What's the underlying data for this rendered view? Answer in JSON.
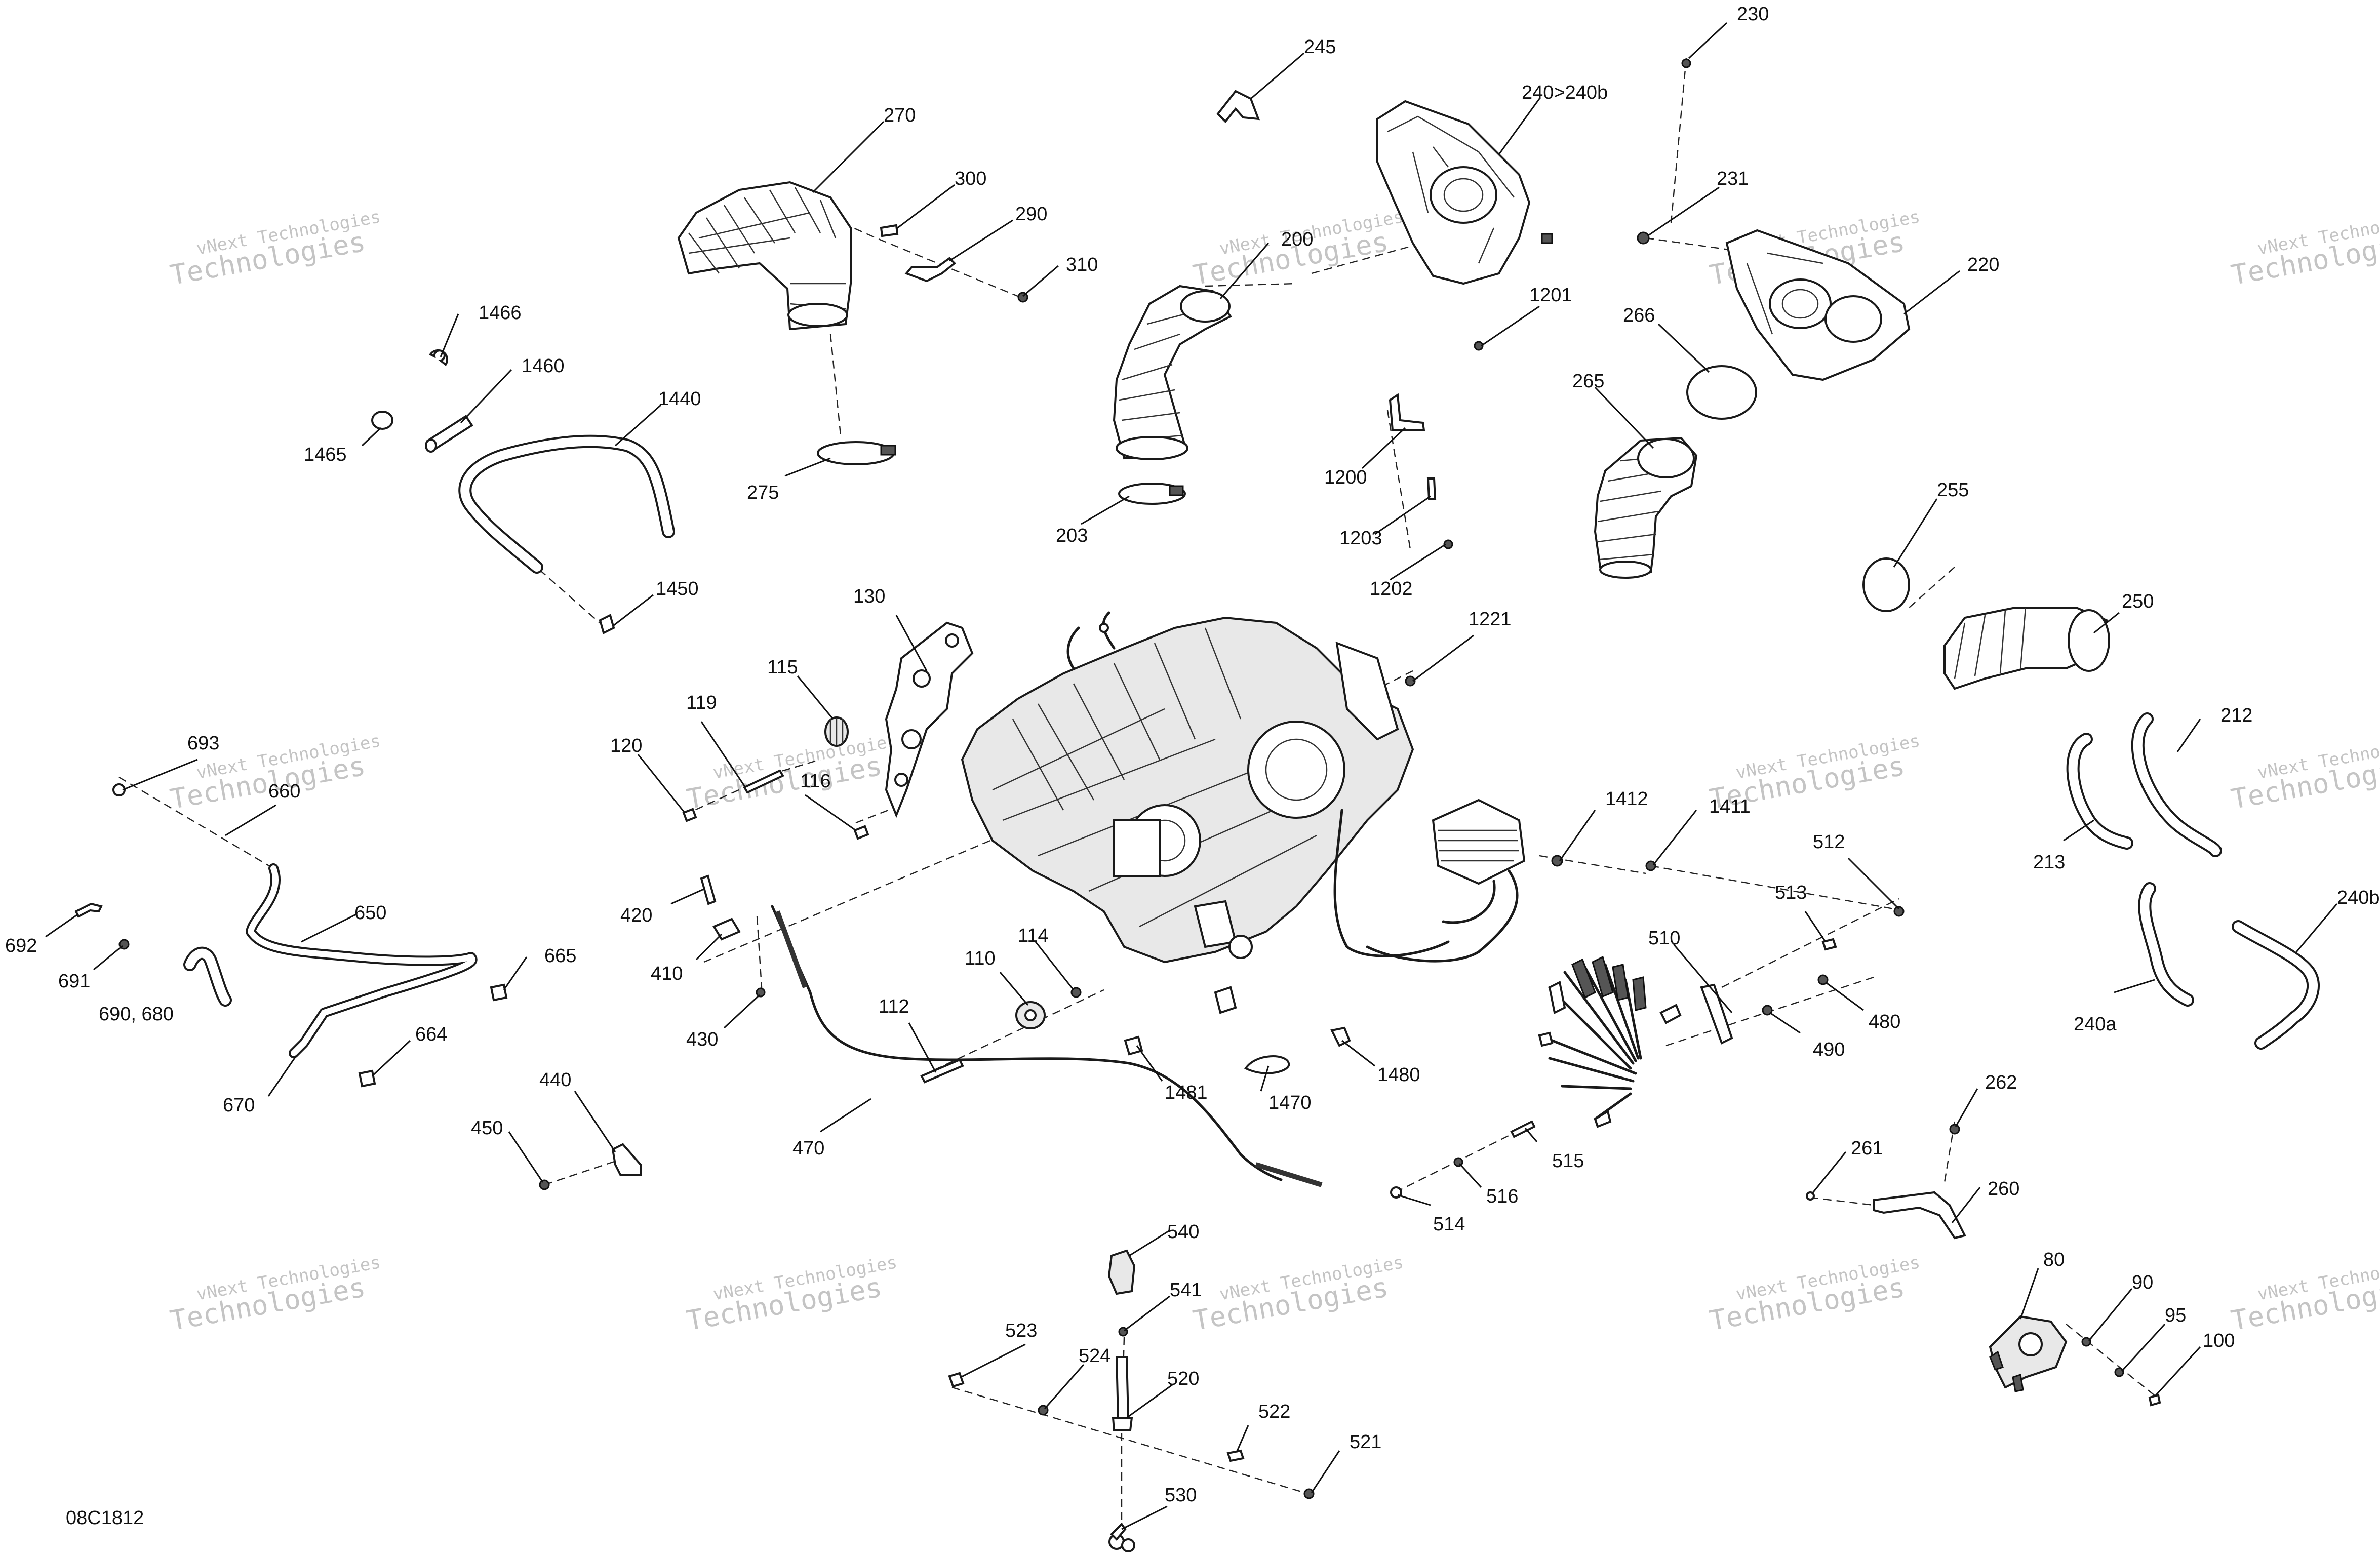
{
  "diagram": {
    "drawing_code": "08C1812",
    "watermark": {
      "line1": "vNext Technologies",
      "line2": "Technologies"
    },
    "callouts": [
      {
        "id": "c230",
        "text": "230"
      },
      {
        "id": "c245",
        "text": "245"
      },
      {
        "id": "c240-240b",
        "text": "240>240b"
      },
      {
        "id": "c270",
        "text": "270"
      },
      {
        "id": "c300",
        "text": "300"
      },
      {
        "id": "c290",
        "text": "290"
      },
      {
        "id": "c310",
        "text": "310"
      },
      {
        "id": "c200",
        "text": "200"
      },
      {
        "id": "c231",
        "text": "231"
      },
      {
        "id": "c220",
        "text": "220"
      },
      {
        "id": "c1201",
        "text": "1201"
      },
      {
        "id": "c266",
        "text": "266"
      },
      {
        "id": "c1466",
        "text": "1466"
      },
      {
        "id": "c1460",
        "text": "1460"
      },
      {
        "id": "c1440",
        "text": "1440"
      },
      {
        "id": "c1465",
        "text": "1465"
      },
      {
        "id": "c275",
        "text": "275"
      },
      {
        "id": "c203",
        "text": "203"
      },
      {
        "id": "c265",
        "text": "265"
      },
      {
        "id": "c1200",
        "text": "1200"
      },
      {
        "id": "c1203",
        "text": "1203"
      },
      {
        "id": "c255",
        "text": "255"
      },
      {
        "id": "c1202",
        "text": "1202"
      },
      {
        "id": "c1450",
        "text": "1450"
      },
      {
        "id": "c130",
        "text": "130"
      },
      {
        "id": "c250",
        "text": "250"
      },
      {
        "id": "c1221",
        "text": "1221"
      },
      {
        "id": "c115",
        "text": "115"
      },
      {
        "id": "c119",
        "text": "119"
      },
      {
        "id": "c212",
        "text": "212"
      },
      {
        "id": "c693",
        "text": "693"
      },
      {
        "id": "c120",
        "text": "120"
      },
      {
        "id": "c116",
        "text": "116"
      },
      {
        "id": "c660",
        "text": "660"
      },
      {
        "id": "c1412",
        "text": "1412"
      },
      {
        "id": "c1411",
        "text": "1411"
      },
      {
        "id": "c512",
        "text": "512"
      },
      {
        "id": "c213",
        "text": "213"
      },
      {
        "id": "c240b",
        "text": "240b"
      },
      {
        "id": "c420",
        "text": "420"
      },
      {
        "id": "c513",
        "text": "513"
      },
      {
        "id": "c650",
        "text": "650"
      },
      {
        "id": "c692",
        "text": "692"
      },
      {
        "id": "c410",
        "text": "410"
      },
      {
        "id": "c510",
        "text": "510"
      },
      {
        "id": "c114",
        "text": "114"
      },
      {
        "id": "c665",
        "text": "665"
      },
      {
        "id": "c691",
        "text": "691"
      },
      {
        "id": "c110",
        "text": "110"
      },
      {
        "id": "c690-680",
        "text": "690, 680"
      },
      {
        "id": "c480",
        "text": "480"
      },
      {
        "id": "c240a",
        "text": "240a"
      },
      {
        "id": "c430",
        "text": "430"
      },
      {
        "id": "c112",
        "text": "112"
      },
      {
        "id": "c490",
        "text": "490"
      },
      {
        "id": "c664",
        "text": "664"
      },
      {
        "id": "c1480",
        "text": "1480"
      },
      {
        "id": "c440",
        "text": "440"
      },
      {
        "id": "c670",
        "text": "670"
      },
      {
        "id": "c1481",
        "text": "1481"
      },
      {
        "id": "c1470",
        "text": "1470"
      },
      {
        "id": "c262",
        "text": "262"
      },
      {
        "id": "c450",
        "text": "450"
      },
      {
        "id": "c470",
        "text": "470"
      },
      {
        "id": "c261",
        "text": "261"
      },
      {
        "id": "c515",
        "text": "515"
      },
      {
        "id": "c260",
        "text": "260"
      },
      {
        "id": "c516",
        "text": "516"
      },
      {
        "id": "c514",
        "text": "514"
      },
      {
        "id": "c540",
        "text": "540"
      },
      {
        "id": "c80",
        "text": "80"
      },
      {
        "id": "c541",
        "text": "541"
      },
      {
        "id": "c90",
        "text": "90"
      },
      {
        "id": "c95",
        "text": "95"
      },
      {
        "id": "c523",
        "text": "523"
      },
      {
        "id": "c100",
        "text": "100"
      },
      {
        "id": "c524",
        "text": "524"
      },
      {
        "id": "c520",
        "text": "520"
      },
      {
        "id": "c522",
        "text": "522"
      },
      {
        "id": "c521",
        "text": "521"
      },
      {
        "id": "c530",
        "text": "530"
      }
    ]
  }
}
